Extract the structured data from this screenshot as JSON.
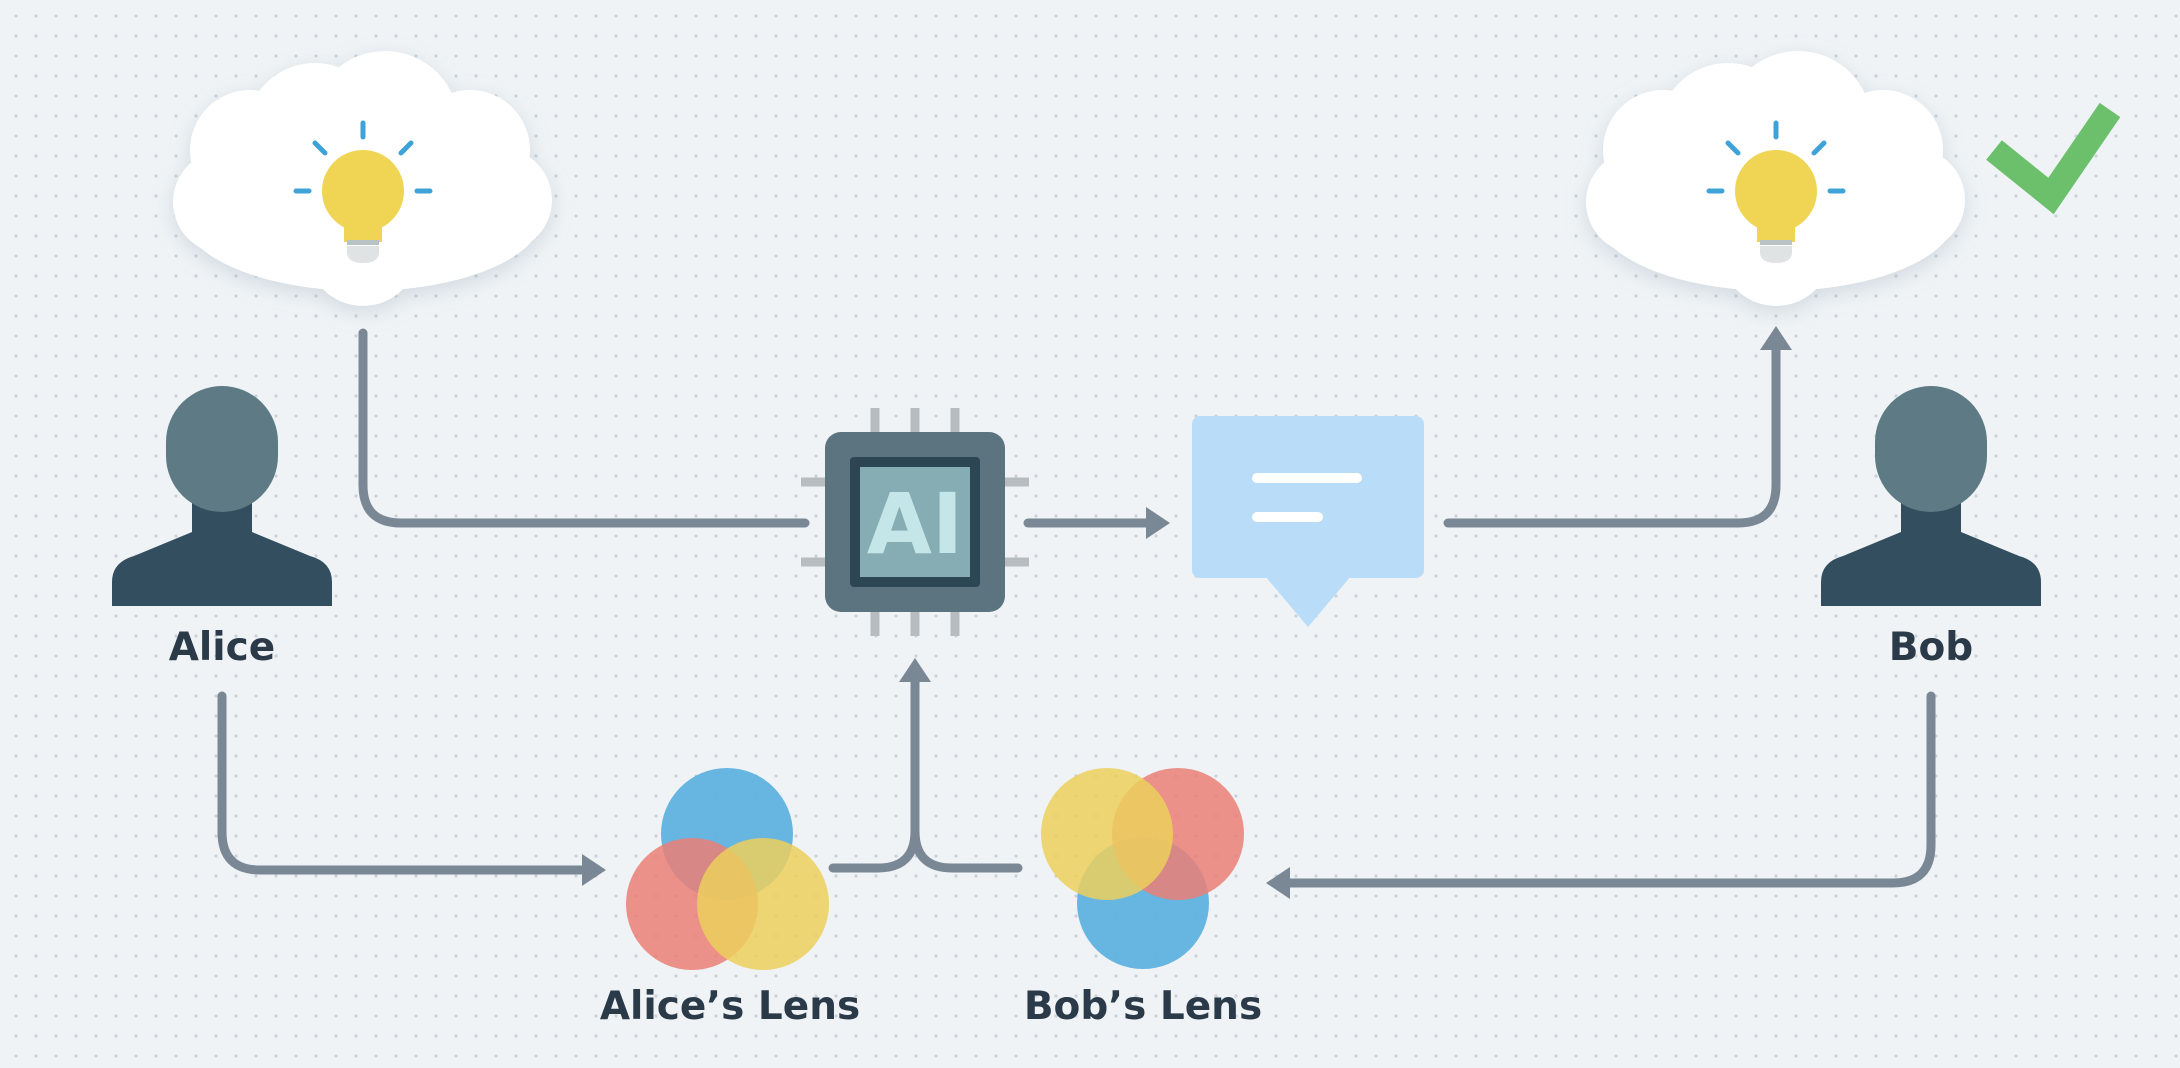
{
  "people": {
    "alice": {
      "name": "Alice"
    },
    "bob": {
      "name": "Bob"
    }
  },
  "processor": {
    "chip_text": "AI",
    "icon": "ai-chip-icon"
  },
  "message": {
    "icon": "speech-bubble-icon"
  },
  "lenses": {
    "alice": {
      "label": "Alice’s Lens"
    },
    "bob": {
      "label": "Bob’s Lens"
    }
  },
  "ideas": {
    "alice": {
      "icon": "lightbulb-cloud-icon"
    },
    "bob": {
      "icon": "lightbulb-cloud-icon",
      "status_icon": "checkmark-icon"
    }
  },
  "colors": {
    "connector": "#7a8794",
    "person_head": "#5e7a85",
    "person_body": "#334e5f",
    "lens_blue": "#5fb2e0",
    "lens_red": "#ea7f76",
    "lens_yellow": "#eccf5c",
    "bubble": "#b9dcf8",
    "check": "#6cc06c"
  }
}
